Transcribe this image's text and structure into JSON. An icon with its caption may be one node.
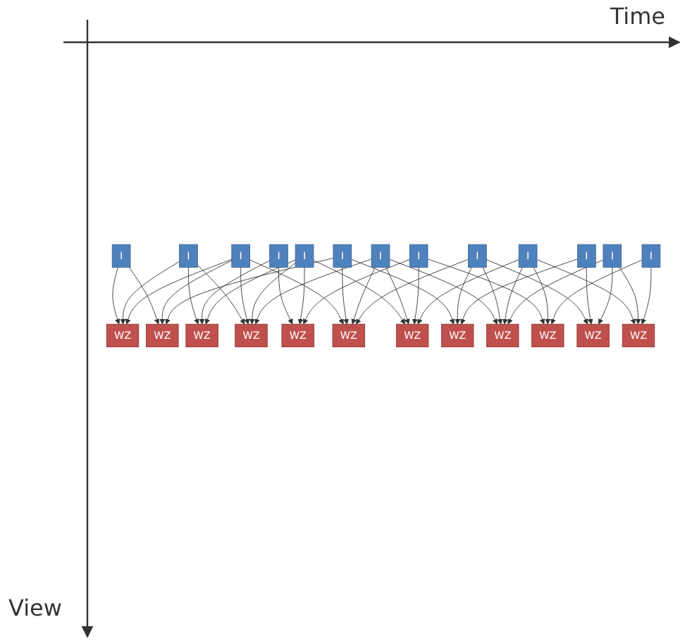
{
  "diagram": {
    "nodes": [
      {
        "text": [
          "I"
        ]
      },
      {
        "text": [
          "WZ"
        ]
      },
      {
        "text": [
          "I"
        ]
      },
      {
        "text": [
          "WZ"
        ]
      },
      {
        "text": [
          "I"
        ]
      },
      {
        "text": [
          "WZ"
        ]
      },
      {
        "text": [
          "I"
        ]
      },
      {
        "text": [
          "WZ"
        ]
      },
      {
        "text": [
          "I"
        ]
      },
      {
        "text": [
          "WZ"
        ]
      },
      {
        "text": [
          "I"
        ]
      },
      {
        "text": [
          "WZ"
        ]
      },
      {
        "text": [
          "I"
        ]
      },
      {
        "text": [
          "WZ"
        ]
      },
      {
        "text": [
          "I"
        ]
      },
      {
        "text": [
          "WZ"
        ]
      },
      {
        "text": [
          "I"
        ]
      },
      {
        "text": [
          "WZ"
        ]
      },
      {
        "text": [
          "I"
        ]
      },
      {
        "text": [
          "WZ"
        ]
      },
      {
        "text": [
          "I"
        ]
      },
      {
        "text": [
          "WZ"
        ]
      },
      {
        "text": [
          "I"
        ]
      },
      {
        "text": [
          "WZ"
        ]
      },
      {
        "text": [
          "I"
        ]
      }
    ],
    "edges": [
      {
        "from": 0,
        "to": 1,
        "arrow": "to"
      },
      {
        "from": 2,
        "to": 1,
        "arrow": "to"
      },
      {
        "from": 2,
        "to": 3,
        "arrow": "to"
      },
      {
        "from": 4,
        "to": 3,
        "arrow": "to"
      },
      {
        "from": 0,
        "to": 5,
        "arrow": "to"
      },
      {
        "from": 6,
        "to": 1,
        "arrow": "to"
      },
      {
        "from": 2,
        "to": 7,
        "arrow": "to"
      },
      {
        "from": 8,
        "to": 3,
        "arrow": "to"
      },
      {
        "from": 4,
        "to": 9,
        "arrow": "to"
      },
      {
        "from": 6,
        "to": 5,
        "arrow": "to"
      },
      {
        "from": 6,
        "to": 7,
        "arrow": "to"
      },
      {
        "from": 8,
        "to": 7,
        "arrow": "to"
      },
      {
        "from": 8,
        "to": 9,
        "arrow": "to"
      },
      {
        "from": 10,
        "to": 5,
        "arrow": "to"
      },
      {
        "from": 6,
        "to": 11,
        "arrow": "to"
      },
      {
        "from": 12,
        "to": 7,
        "arrow": "to"
      },
      {
        "from": 8,
        "to": 13,
        "arrow": "to"
      },
      {
        "from": 14,
        "to": 9,
        "arrow": "to"
      },
      {
        "from": 10,
        "to": 11,
        "arrow": "to"
      },
      {
        "from": 12,
        "to": 11,
        "arrow": "to"
      },
      {
        "from": 12,
        "to": 13,
        "arrow": "to"
      },
      {
        "from": 14,
        "to": 13,
        "arrow": "to"
      },
      {
        "from": 10,
        "to": 15,
        "arrow": "to"
      },
      {
        "from": 16,
        "to": 11,
        "arrow": "to"
      },
      {
        "from": 12,
        "to": 17,
        "arrow": "to"
      },
      {
        "from": 18,
        "to": 13,
        "arrow": "to"
      },
      {
        "from": 14,
        "to": 19,
        "arrow": "to"
      },
      {
        "from": 16,
        "to": 15,
        "arrow": "to"
      },
      {
        "from": 16,
        "to": 17,
        "arrow": "to"
      },
      {
        "from": 18,
        "to": 17,
        "arrow": "to"
      },
      {
        "from": 18,
        "to": 19,
        "arrow": "to"
      },
      {
        "from": 20,
        "to": 15,
        "arrow": "to"
      },
      {
        "from": 16,
        "to": 21,
        "arrow": "to"
      },
      {
        "from": 22,
        "to": 17,
        "arrow": "to"
      },
      {
        "from": 18,
        "to": 23,
        "arrow": "to"
      },
      {
        "from": 24,
        "to": 19,
        "arrow": "to"
      },
      {
        "from": 20,
        "to": 21,
        "arrow": "to"
      },
      {
        "from": 22,
        "to": 21,
        "arrow": "to"
      },
      {
        "from": 22,
        "to": 23,
        "arrow": "to"
      },
      {
        "from": 24,
        "to": 23,
        "arrow": "to"
      }
    ],
    "labels": [
      "Time",
      "View"
    ]
  }
}
